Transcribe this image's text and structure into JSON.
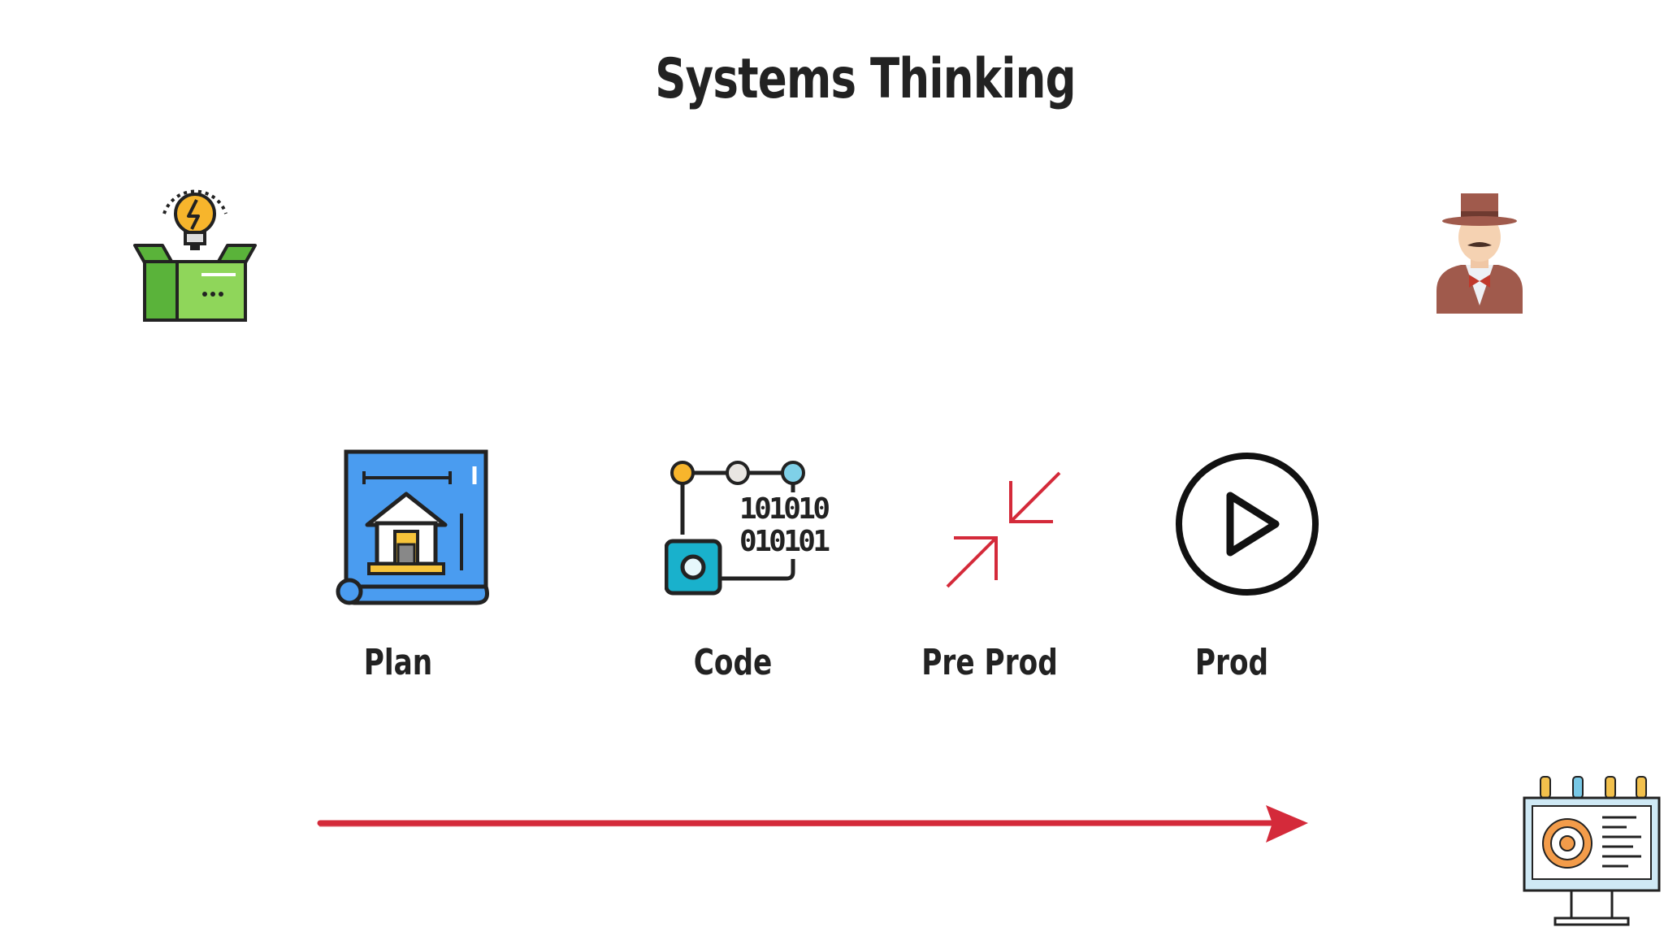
{
  "slide": {
    "title": "Systems Thinking",
    "stages": [
      {
        "label": "Plan",
        "icon": "blueprint-icon"
      },
      {
        "label": "Code",
        "icon": "binary-code-icon"
      },
      {
        "label": "Pre Prod",
        "icon": "compress-arrows-icon"
      },
      {
        "label": "Prod",
        "icon": "play-icon"
      }
    ],
    "decorations": [
      "idea-box-icon",
      "gentleman-icon",
      "monitor-dashboard-icon"
    ],
    "flow_arrow": {
      "color": "#d42a3a"
    }
  }
}
